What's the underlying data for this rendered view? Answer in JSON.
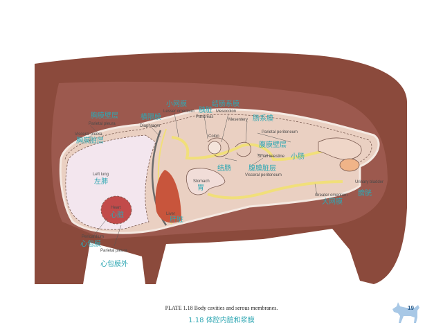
{
  "labels": {
    "lesser_omentum_cn": "小网膜",
    "mesentery_root_cn": "结肠系膜",
    "lesser_omentum_en": "Lesser omentum",
    "pancreas_cn": "胰脏",
    "mesocolon_en": "Mesocolon",
    "pancreas_en": "Pancreas",
    "mesentery_en": "Mesentery",
    "mesentery_cn": "肠系膜",
    "diaphragm_cn": "横隔膜",
    "diaphragm_en": "Diaphragm",
    "parietal_pleura_top_cn": "胸膜壁层",
    "parietal_pleura_top_en": "Parietal pleura",
    "visceral_pleura_en": "Visceral pleura",
    "visceral_pleura_cn": "胸膜脏层",
    "parietal_peritoneum_en": "Parietal peritoneum",
    "parietal_peritoneum_cn": "腹膜壁层",
    "colon_en": "Colon",
    "small_intestine_en": "Small intestine",
    "small_intestine_cn": "小肠",
    "colon_cn": "结肠",
    "visceral_peritoneum_cn": "腹膜脏层",
    "visceral_peritoneum_en": "Visceral peritoneum",
    "left_lung_en": "Left lung",
    "left_lung_cn": "左肺",
    "stomach_en": "Stomach",
    "stomach_cn": "胃",
    "heart_en": "Heart",
    "heart_cn": "心脏",
    "liver_en": "Liver",
    "liver_cn": "肝脏",
    "greater_omentum_en": "Greater omentum",
    "greater_omentum_cn": "大网膜",
    "urinary_bladder_en": "Urinary bladder",
    "urinary_bladder_cn": "膀胱",
    "pericardium_en": "Pericardium",
    "pericardium_cn": "心包膜",
    "parietal_pleura_low_en": "Parietal pleura",
    "parietal_pleura_low_cn": "心包膜外",
    "caption_en": "PLATE 1.18  Body cavities and serous membranes.",
    "caption_cn": "1.18 体腔内脏和浆膜",
    "page_number": "19"
  },
  "colors": {
    "body_dark": "#8b4a3c",
    "body_mid": "#a8645a",
    "cavity": "#ead0c2",
    "thorax": "#f3e6ee",
    "heart": "#c24a4a",
    "liver": "#c8553c",
    "membrane": "#f1df7a",
    "label_cn": "#2fa7b3"
  }
}
